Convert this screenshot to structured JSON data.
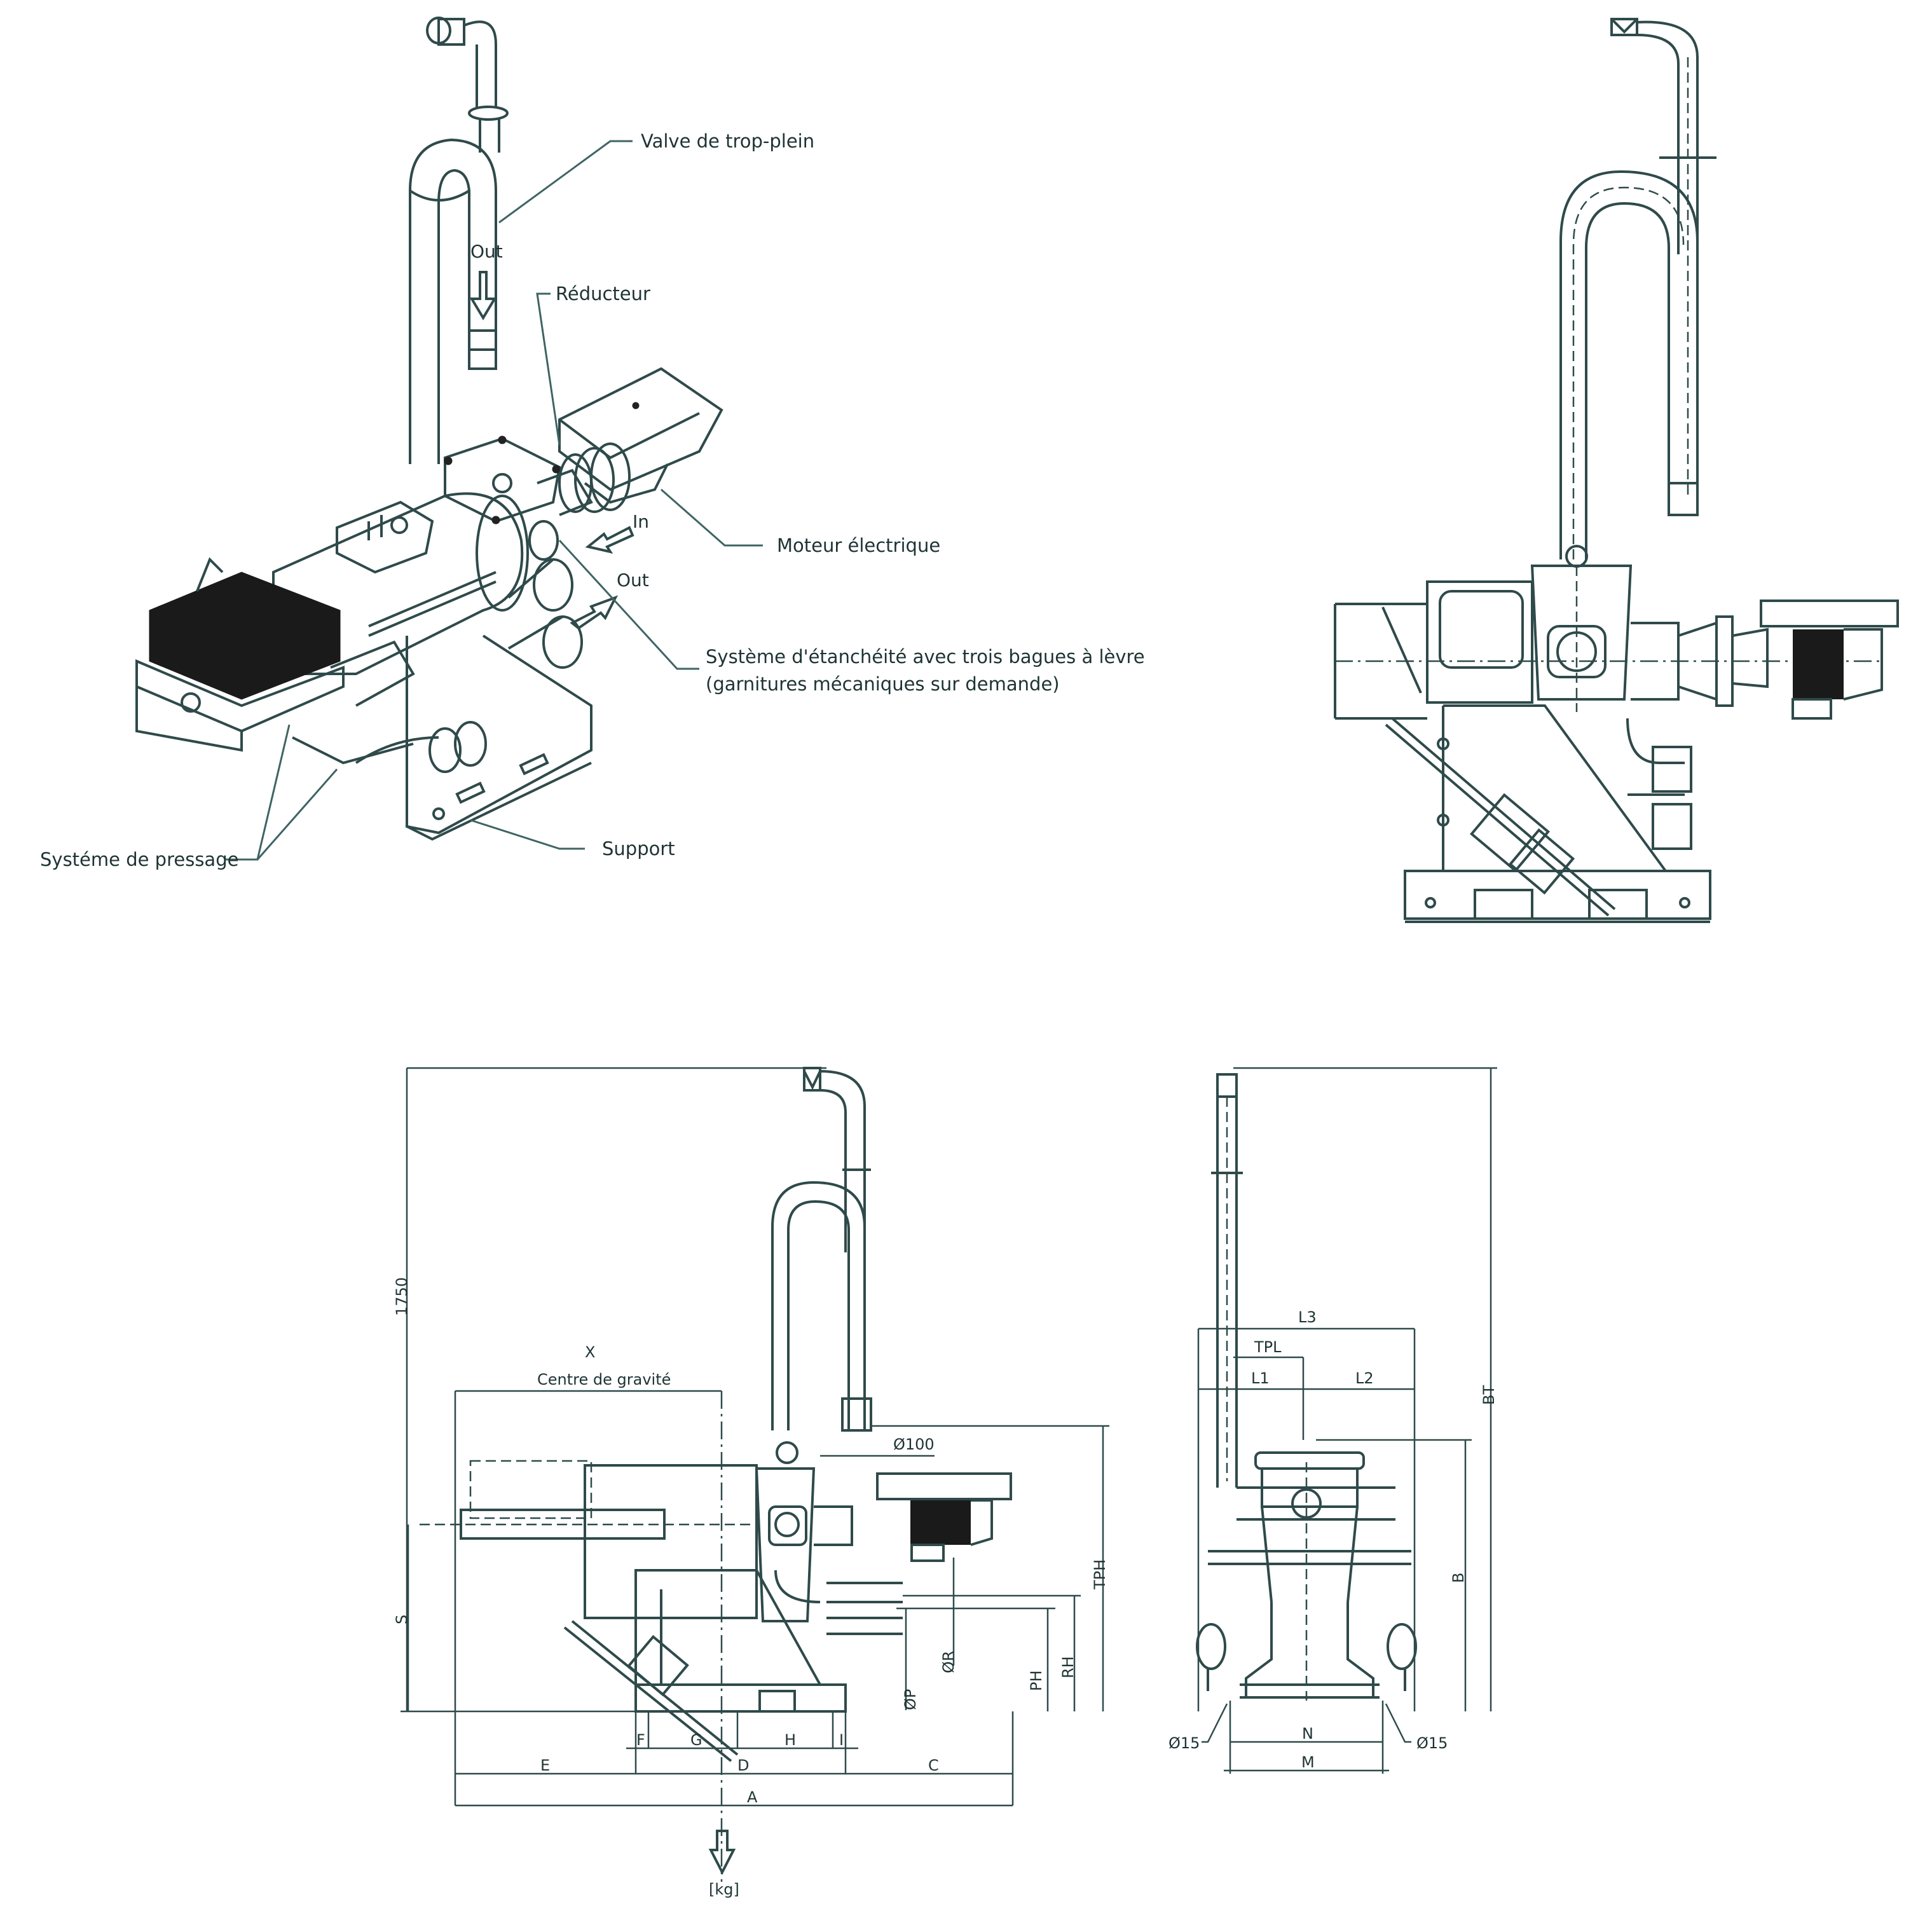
{
  "callouts": {
    "overflow_valve": "Valve de trop-plein",
    "reducer": "Réducteur",
    "electric_motor": "Moteur électrique",
    "seal_line1": "Système d'étanchéité avec trois bagues à lèvre",
    "seal_line2": "(garnitures mécaniques sur demande)",
    "pressing_system": "Systéme de pressage",
    "support": "Support"
  },
  "flow_labels": {
    "pipe_out": "Out",
    "inlet": "In",
    "outlet": "Out"
  },
  "front_view_dims": {
    "height_total": "1750",
    "x": "X",
    "center_of_gravity": "Centre de gravité",
    "pipe_diameter": "Ø100",
    "tph": "TPH",
    "s": "S",
    "r_diameter": "ØR",
    "rh": "RH",
    "ph": "PH",
    "p_diameter": "ØP",
    "f": "F",
    "g": "G",
    "h": "H",
    "i": "I",
    "e": "E",
    "d": "D",
    "c": "C",
    "a": "A",
    "weight_unit": "[kg]"
  },
  "side_view_dims": {
    "l3": "L3",
    "tpl": "TPL",
    "l1": "L1",
    "l2": "L2",
    "bt": "BT",
    "b": "B",
    "hole_left": "Ø15",
    "n": "N",
    "hole_right": "Ø15",
    "m": "M"
  },
  "colors": {
    "line": "#2f4a4a",
    "text": "#1f3333",
    "motor_fill": "#222222"
  }
}
